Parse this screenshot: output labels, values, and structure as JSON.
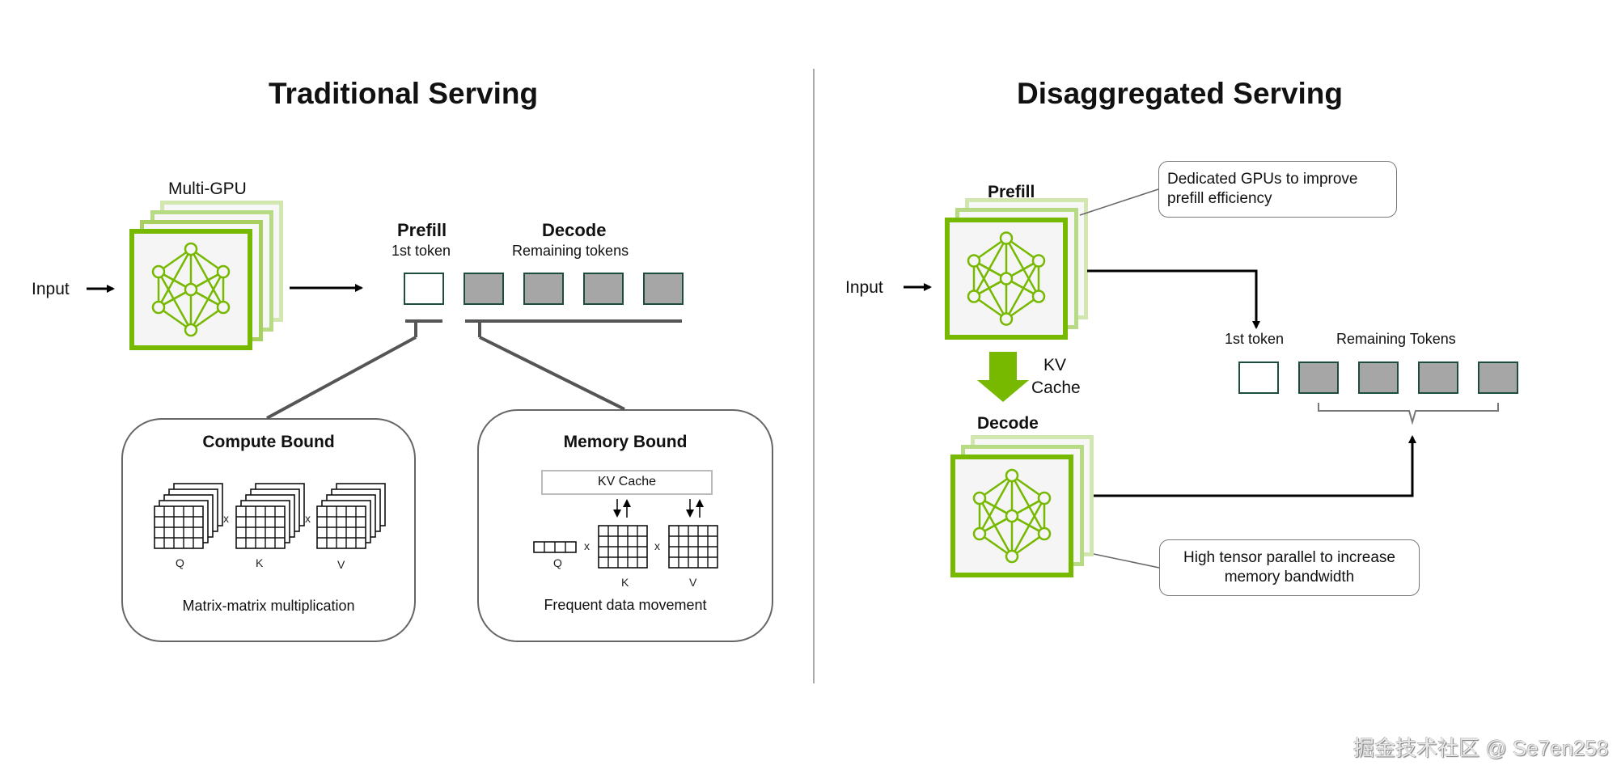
{
  "left": {
    "title": "Traditional Serving",
    "input_label": "Input",
    "gpu_label": "Multi-GPU",
    "prefill": {
      "title": "Prefill",
      "subtitle": "1st token"
    },
    "decode": {
      "title": "Decode",
      "subtitle": "Remaining tokens"
    },
    "tokens": [
      {
        "kind": "first"
      },
      {
        "kind": "remaining"
      },
      {
        "kind": "remaining"
      },
      {
        "kind": "remaining"
      },
      {
        "kind": "remaining"
      }
    ],
    "compute_box": {
      "title": "Compute Bound",
      "matrices": [
        "Q",
        "K",
        "V"
      ],
      "operator": "x",
      "caption": "Matrix-matrix multiplication"
    },
    "memory_box": {
      "title": "Memory Bound",
      "cache_label": "KV Cache",
      "matrices": [
        "Q",
        "K",
        "V"
      ],
      "operator": "x",
      "caption": "Frequent data movement"
    }
  },
  "right": {
    "title": "Disaggregated Serving",
    "input_label": "Input",
    "prefill_label": "Prefill",
    "decode_label": "Decode",
    "kv_transfer_label_line1": "KV",
    "kv_transfer_label_line2": "Cache",
    "first_token_label": "1st token",
    "remaining_tokens_label": "Remaining Tokens",
    "tokens": [
      {
        "kind": "first"
      },
      {
        "kind": "remaining"
      },
      {
        "kind": "remaining"
      },
      {
        "kind": "remaining"
      },
      {
        "kind": "remaining"
      }
    ],
    "callout_prefill": {
      "line1": "Dedicated GPUs to improve",
      "line2": "prefill efficiency"
    },
    "callout_decode": {
      "line1": "High tensor parallel to increase",
      "line2": "memory bandwidth"
    }
  },
  "colors": {
    "nvidia_green": "#76b900",
    "token_fill": "#a6a6a6",
    "token_border": "#1d4e3b",
    "divider": "#aaaaaa"
  },
  "watermark": "掘金技术社区 @ Se7en258"
}
